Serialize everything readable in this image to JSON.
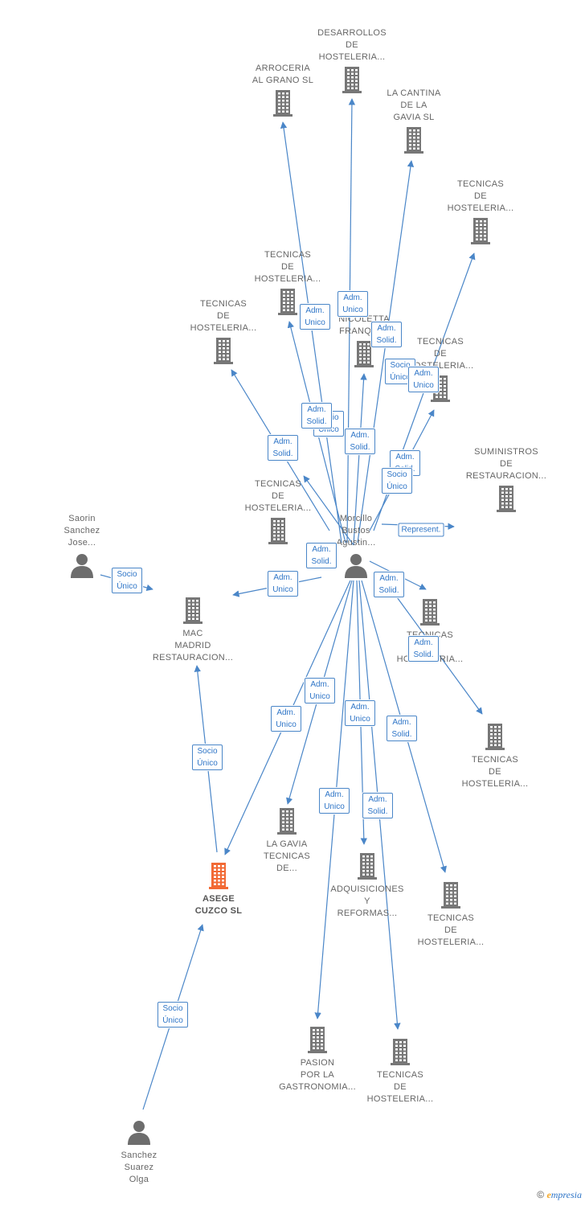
{
  "colors": {
    "edge": "#4a86c8",
    "company_icon": "#777777",
    "focus_icon": "#f26a35",
    "person_icon": "#6d6d6d",
    "label_text": "#666666"
  },
  "nodes": [
    {
      "id": "desarrollos",
      "label": "DESARROLLOS\nDE\nHOSTELERIA...",
      "type": "company"
    },
    {
      "id": "arroceria",
      "label": "ARROCERIA\nAL GRANO SL",
      "type": "company"
    },
    {
      "id": "lacantina",
      "label": "LA CANTINA\nDE LA\nGAVIA  SL",
      "type": "company"
    },
    {
      "id": "tec_top_right",
      "label": "TECNICAS\nDE\nHOSTELERIA...",
      "type": "company"
    },
    {
      "id": "tec_mid_upper",
      "label": "TECNICAS\nDE\nHOSTELERIA...",
      "type": "company"
    },
    {
      "id": "tec_left_upper",
      "label": "TECNICAS\nDE\nHOSTELERIA...",
      "type": "company"
    },
    {
      "id": "nicoletta",
      "label": "NICOLETTA\nFRANQUI...",
      "type": "company"
    },
    {
      "id": "tec_right_mid",
      "label": "TECNICAS\nDE\nHOSTELERIA...",
      "type": "company"
    },
    {
      "id": "suministros",
      "label": "SUMINISTROS\nDE\nRESTAURACION...",
      "type": "company"
    },
    {
      "id": "tec_left_mid",
      "label": "TECNICAS\nDE\nHOSTELERIA...",
      "type": "company"
    },
    {
      "id": "morcillo",
      "label": "Morcillo\nBustos\nAgustin...",
      "type": "person"
    },
    {
      "id": "saorin",
      "label": "Saorin\nSanchez\nJose...",
      "type": "person"
    },
    {
      "id": "mac_madrid",
      "label": "MAC\nMADRID\nRESTAURACION...",
      "type": "company"
    },
    {
      "id": "tec_right_low1",
      "label": "TECNICAS\nDE\nHOSTELERIA...",
      "type": "company"
    },
    {
      "id": "tec_right_low2",
      "label": "TECNICAS\nDE\nHOSTELERIA...",
      "type": "company"
    },
    {
      "id": "lagavia",
      "label": "LA GAVIA\nTECNICAS\nDE...",
      "type": "company"
    },
    {
      "id": "adquisiciones",
      "label": "ADQUISICIONES\nY\nREFORMAS...",
      "type": "company"
    },
    {
      "id": "tec_right_low3",
      "label": "TECNICAS\nDE\nHOSTELERIA...",
      "type": "company"
    },
    {
      "id": "asege",
      "label": "ASEGE\nCUZCO  SL",
      "type": "focus"
    },
    {
      "id": "pasion",
      "label": "PASION\nPOR LA\nGASTRONOMIA...",
      "type": "company"
    },
    {
      "id": "tec_bottom",
      "label": "TECNICAS\nDE\nHOSTELERIA...",
      "type": "company"
    },
    {
      "id": "sanchez",
      "label": "Sanchez\nSuarez\nOlga",
      "type": "person"
    }
  ],
  "relations": [
    {
      "label": "Adm.\nUnico"
    },
    {
      "label": "Adm.\nUnico"
    },
    {
      "label": "Adm.\nSolid."
    },
    {
      "label": "Socio\nÚnico"
    },
    {
      "label": "Adm.\nUnico"
    },
    {
      "label": "Adm.\nSolid."
    },
    {
      "label": "Adm.\nSolid."
    },
    {
      "label": "Socio\nÚnico"
    },
    {
      "label": "Adm.\nSolid."
    },
    {
      "label": "Adm.\nSolid."
    },
    {
      "label": "Socio\nÚnico"
    },
    {
      "label": "Represent."
    },
    {
      "label": "Adm.\nSolid."
    },
    {
      "label": "Adm.\nUnico"
    },
    {
      "label": "Adm.\nSolid."
    },
    {
      "label": "Adm.\nSolid."
    },
    {
      "label": "Socio\nÚnico"
    },
    {
      "label": "Adm.\nUnico"
    },
    {
      "label": "Adm.\nUnico"
    },
    {
      "label": "Adm.\nUnico"
    },
    {
      "label": "Adm.\nSolid."
    },
    {
      "label": "Socio\nÚnico"
    },
    {
      "label": "Adm.\nUnico"
    },
    {
      "label": "Adm.\nSolid."
    },
    {
      "label": "Socio\nÚnico"
    }
  ],
  "footer": {
    "copyright": "©",
    "brand": "mpresia",
    "brand_initial": "e"
  }
}
